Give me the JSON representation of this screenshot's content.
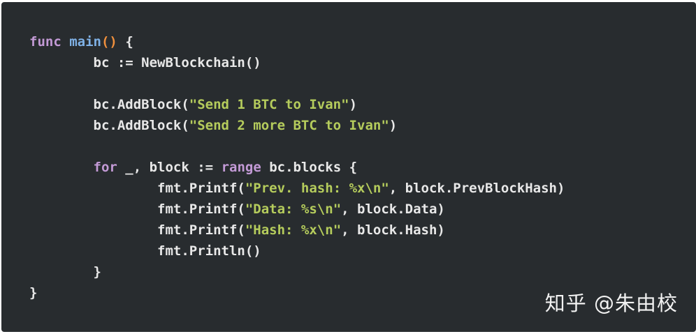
{
  "code": {
    "lines": [
      [
        {
          "t": "func",
          "c": "kw"
        },
        {
          "t": " ",
          "c": "pl"
        },
        {
          "t": "main",
          "c": "fn"
        },
        {
          "t": "()",
          "c": "pn"
        },
        {
          "t": " {",
          "c": "pl"
        }
      ],
      [
        {
          "t": "        bc := NewBlockchain()",
          "c": "pl"
        }
      ],
      [],
      [
        {
          "t": "        bc.AddBlock(",
          "c": "pl"
        },
        {
          "t": "\"Send 1 BTC to Ivan\"",
          "c": "str"
        },
        {
          "t": ")",
          "c": "pl"
        }
      ],
      [
        {
          "t": "        bc.AddBlock(",
          "c": "pl"
        },
        {
          "t": "\"Send 2 more BTC to Ivan\"",
          "c": "str"
        },
        {
          "t": ")",
          "c": "pl"
        }
      ],
      [],
      [
        {
          "t": "        ",
          "c": "pl"
        },
        {
          "t": "for",
          "c": "kw"
        },
        {
          "t": " _, block := ",
          "c": "pl"
        },
        {
          "t": "range",
          "c": "kw"
        },
        {
          "t": " bc.blocks {",
          "c": "pl"
        }
      ],
      [
        {
          "t": "                fmt.Printf(",
          "c": "pl"
        },
        {
          "t": "\"Prev. hash: %x\\n\"",
          "c": "str"
        },
        {
          "t": ", block.PrevBlockHash)",
          "c": "pl"
        }
      ],
      [
        {
          "t": "                fmt.Printf(",
          "c": "pl"
        },
        {
          "t": "\"Data: %s\\n\"",
          "c": "str"
        },
        {
          "t": ", block.Data)",
          "c": "pl"
        }
      ],
      [
        {
          "t": "                fmt.Printf(",
          "c": "pl"
        },
        {
          "t": "\"Hash: %x\\n\"",
          "c": "str"
        },
        {
          "t": ", block.Hash)",
          "c": "pl"
        }
      ],
      [
        {
          "t": "                fmt.Println()",
          "c": "pl"
        }
      ],
      [
        {
          "t": "        }",
          "c": "pl"
        }
      ],
      [
        {
          "t": "}",
          "c": "pl"
        }
      ]
    ]
  },
  "watermark": {
    "text": "知乎 @朱由校"
  }
}
